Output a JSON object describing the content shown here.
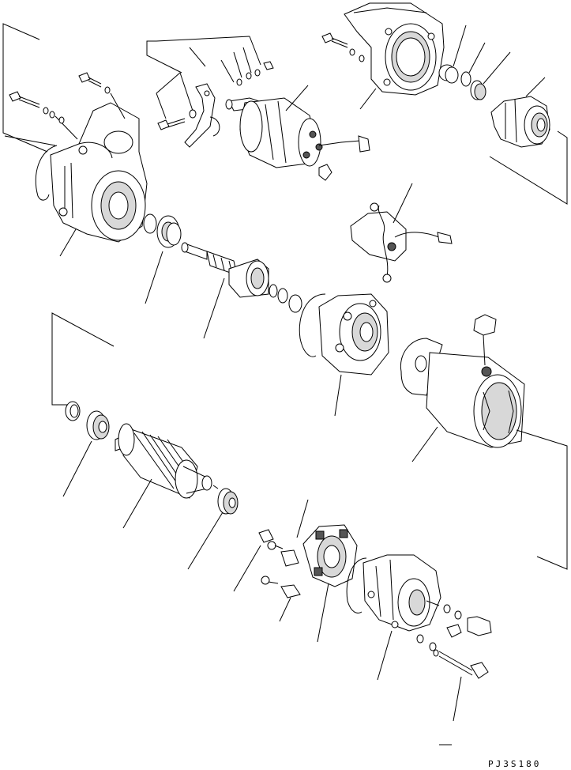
{
  "drawing_code": "PJ3S180",
  "part_icons": [
    "drive-housing",
    "pinion-gear",
    "pinion-shaft",
    "magnetic-switch",
    "shift-lever",
    "gear-housing",
    "bearing-ring",
    "overrunning-clutch",
    "terminal-lead",
    "center-bracket",
    "yoke",
    "armature",
    "bearing",
    "brush-holder",
    "brush",
    "rear-cover",
    "through-bolt"
  ]
}
